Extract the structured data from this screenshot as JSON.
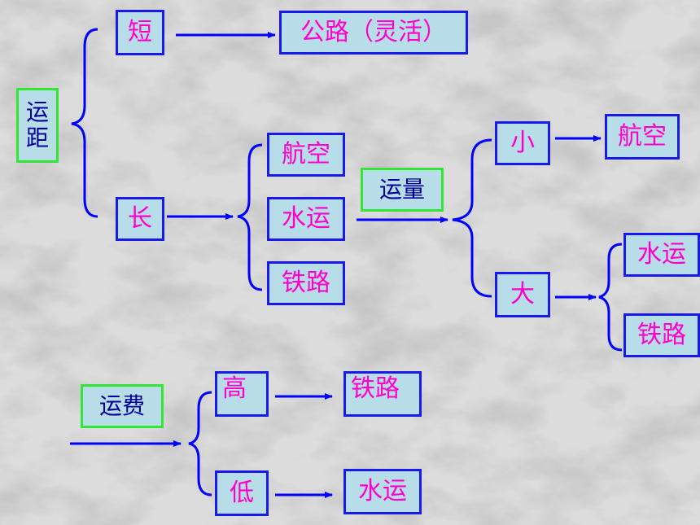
{
  "colors": {
    "box_fill": "#b6dde8",
    "box_border": "#1a1ae6",
    "box_text": "#ff00cc",
    "label_border": "#33e633",
    "label_text": "#000099",
    "connector": "#0000ff"
  },
  "distance": {
    "label_chars": [
      "运",
      "距"
    ],
    "short": "短",
    "short_result": "公路（灵活）",
    "long": "长",
    "long_options": [
      "航空",
      "水运",
      "铁路"
    ]
  },
  "volume": {
    "label": "运量",
    "small": "小",
    "small_result": "航空",
    "large": "大",
    "large_results": [
      "水运",
      "铁路"
    ]
  },
  "cost": {
    "label": "运费",
    "high": "高",
    "high_result": "铁路",
    "low": "低",
    "low_result": "水运"
  }
}
